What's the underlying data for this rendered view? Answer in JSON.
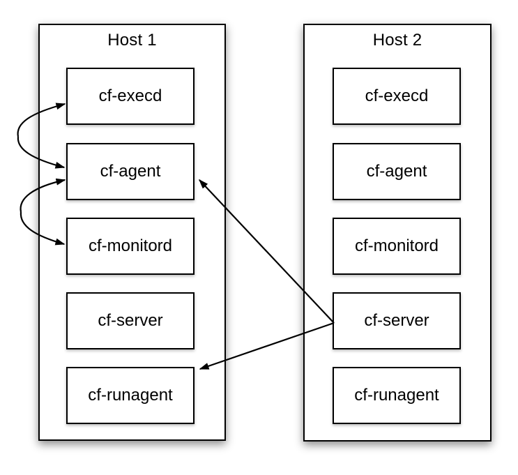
{
  "diagram": {
    "hosts": [
      {
        "title": "Host 1",
        "processes": [
          "cf-execd",
          "cf-agent",
          "cf-monitord",
          "cf-server",
          "cf-runagent"
        ]
      },
      {
        "title": "Host 2",
        "processes": [
          "cf-execd",
          "cf-agent",
          "cf-monitord",
          "cf-server",
          "cf-runagent"
        ]
      }
    ],
    "connections": [
      {
        "from": "host1.cf-execd",
        "to": "host1.cf-agent",
        "style": "curved",
        "direction": "bidirectional"
      },
      {
        "from": "host1.cf-agent",
        "to": "host1.cf-monitord",
        "style": "curved",
        "direction": "bidirectional"
      },
      {
        "from": "host2.cf-server",
        "to": "host1.cf-agent",
        "style": "straight",
        "direction": "one-way"
      },
      {
        "from": "host2.cf-server",
        "to": "host1.cf-runagent",
        "style": "straight",
        "direction": "one-way"
      }
    ],
    "colors": {
      "line": "#000000",
      "box_border": "#000000",
      "box_background": "#ffffff",
      "canvas_background": "#ffffff"
    }
  }
}
